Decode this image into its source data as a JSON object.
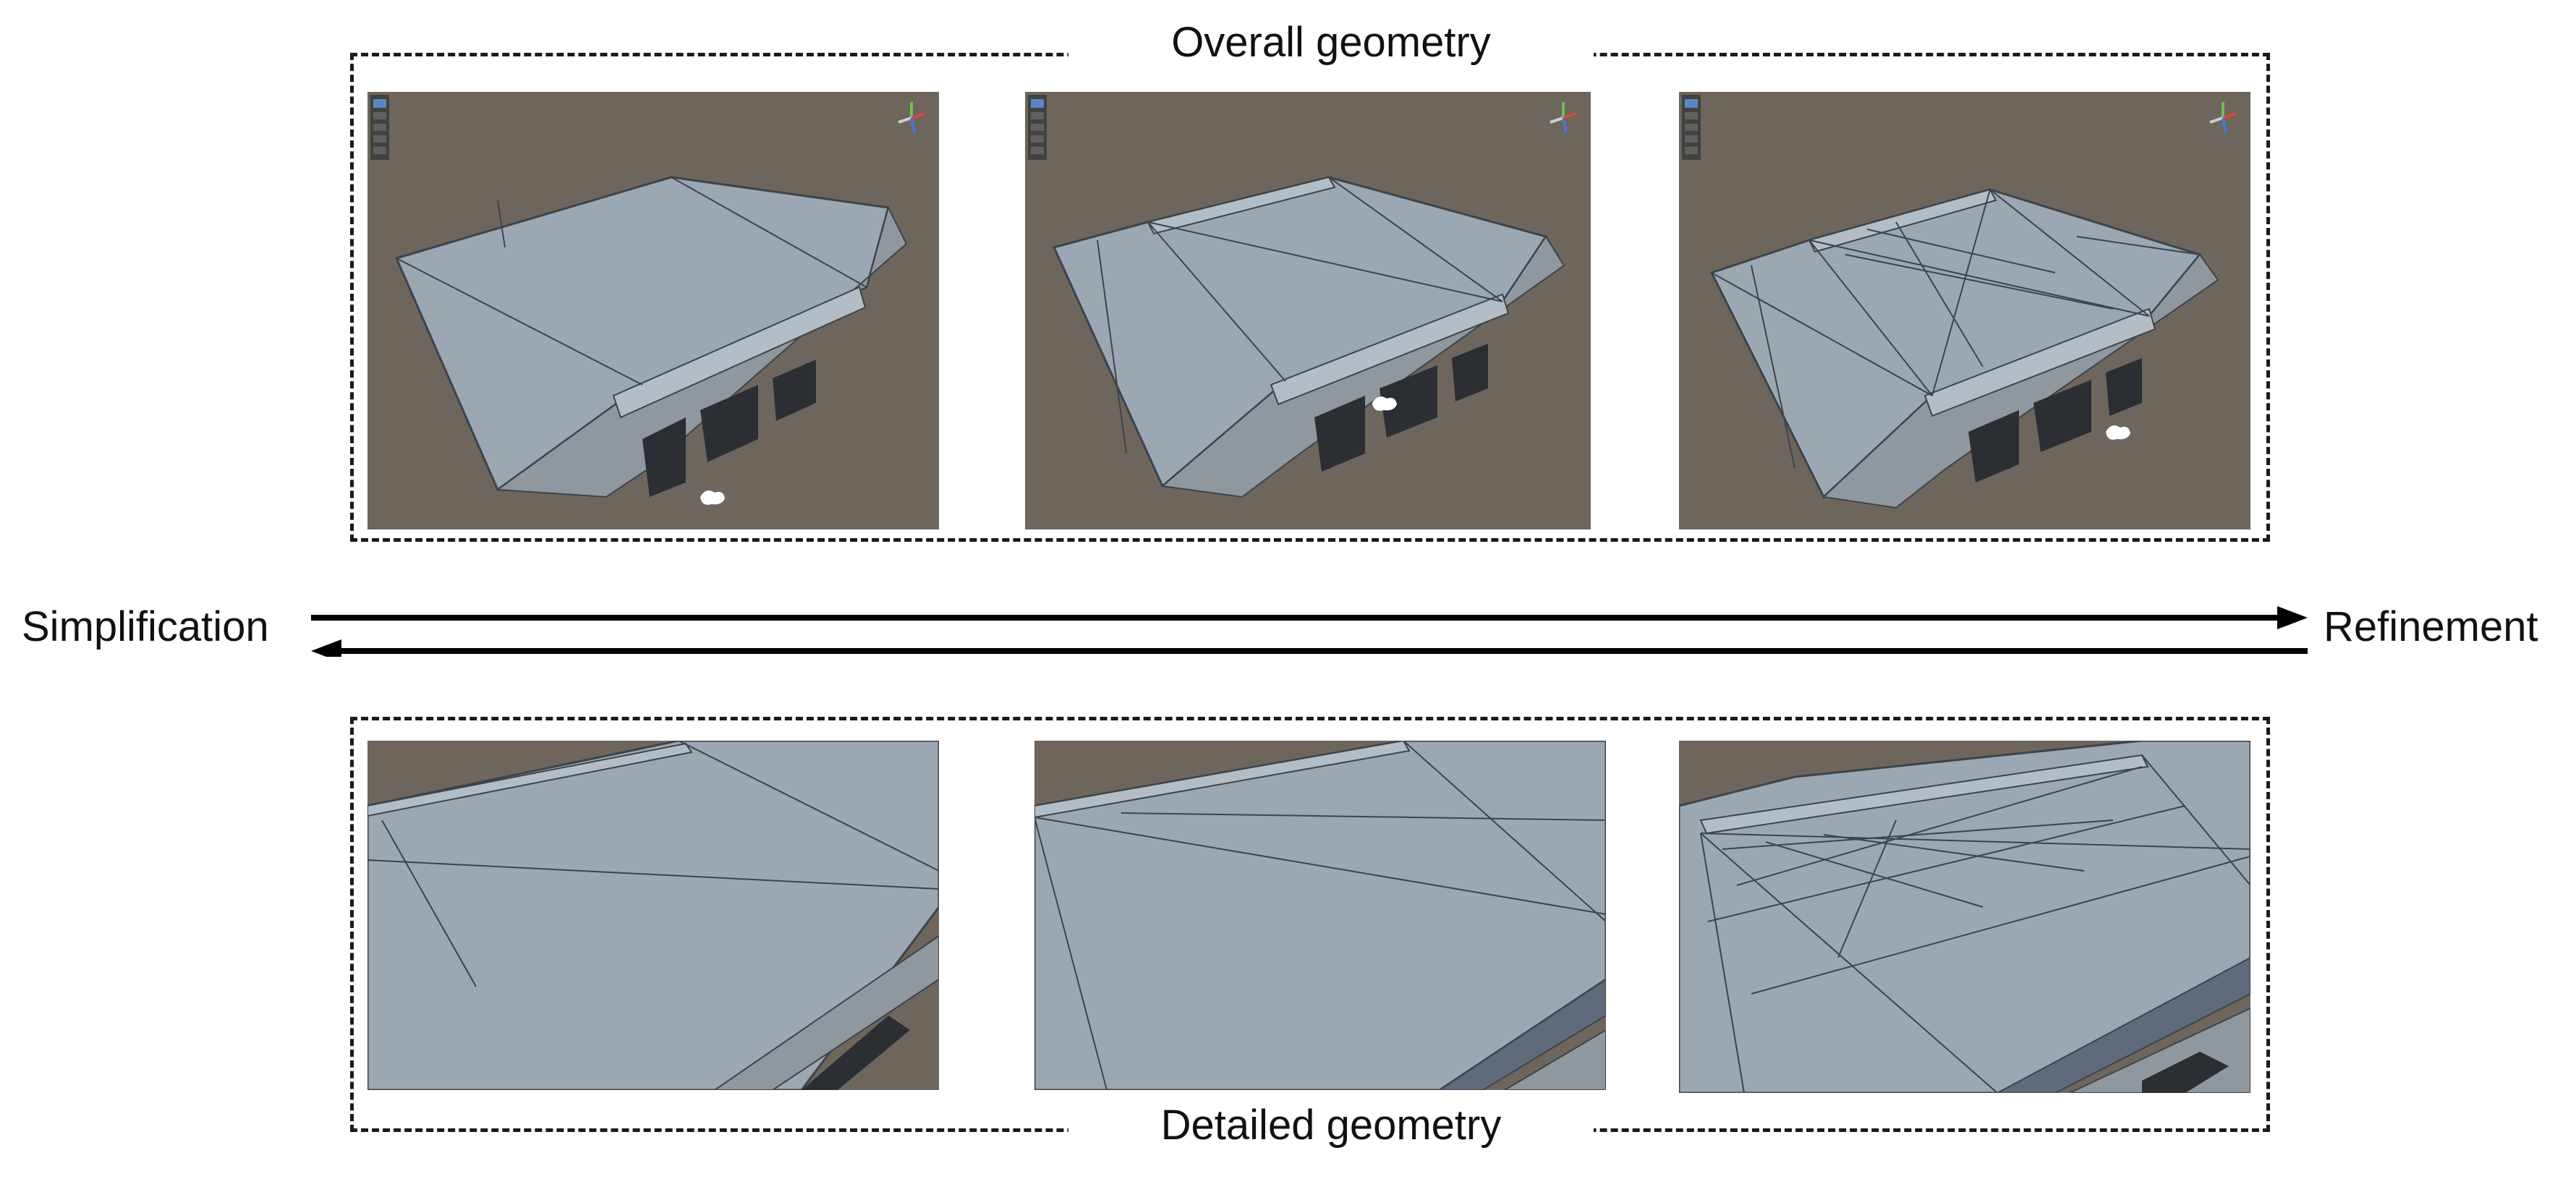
{
  "labels": {
    "overall": "Overall geometry",
    "detailed": "Detailed geometry",
    "left": "Simplification",
    "right": "Refinement"
  },
  "colors": {
    "ground": "#6e655c",
    "surface": "#9ba7b3",
    "surface_light": "#acb8c3",
    "edge": "#3d444b",
    "side_wall": "#8f979f",
    "opening": "#2b2f34",
    "frame": "#1a1a1a"
  },
  "panels": {
    "overall": [
      {
        "id": "overall-coarse",
        "level": "coarse"
      },
      {
        "id": "overall-medium",
        "level": "medium"
      },
      {
        "id": "overall-fine",
        "level": "fine"
      }
    ],
    "detailed": [
      {
        "id": "detailed-coarse",
        "level": "coarse"
      },
      {
        "id": "detailed-medium",
        "level": "medium"
      },
      {
        "id": "detailed-fine",
        "level": "fine"
      }
    ]
  },
  "viewport_icons": [
    "toolbar-icon",
    "axis-gizmo-icon"
  ]
}
